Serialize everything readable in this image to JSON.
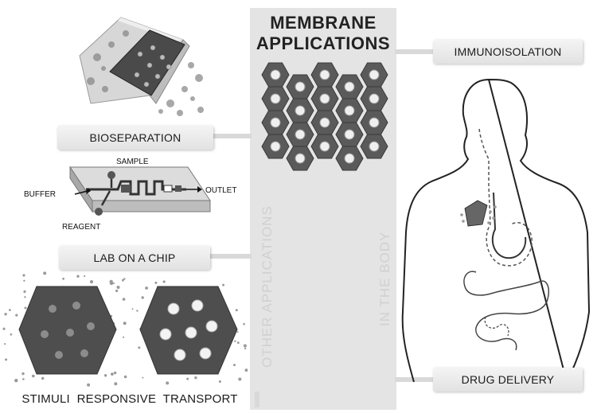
{
  "title": {
    "line1": "MEMBRANE",
    "line2": "APPLICATIONS"
  },
  "categories": {
    "left": "OTHER APPLICATIONS",
    "right": "IN THE BODY"
  },
  "applications": {
    "bioseparation": "BIOSEPARATION",
    "lab_on_a_chip": "LAB ON A CHIP",
    "stimuli_responsive_transport": "STIMULI  RESPONSIVE  TRANSPORT",
    "immunoisolation": "IMMUNOISOLATION",
    "drug_delivery": "DRUG DELIVERY"
  },
  "chip_labels": {
    "sample": "SAMPLE",
    "buffer": "BUFFER",
    "outlet": "OUTLET",
    "reagent": "REAGENT"
  },
  "colors": {
    "panel": "#e6e6e6",
    "label_bg": "#ececec",
    "membrane": "#555555",
    "pore": "#f2f2f2"
  }
}
